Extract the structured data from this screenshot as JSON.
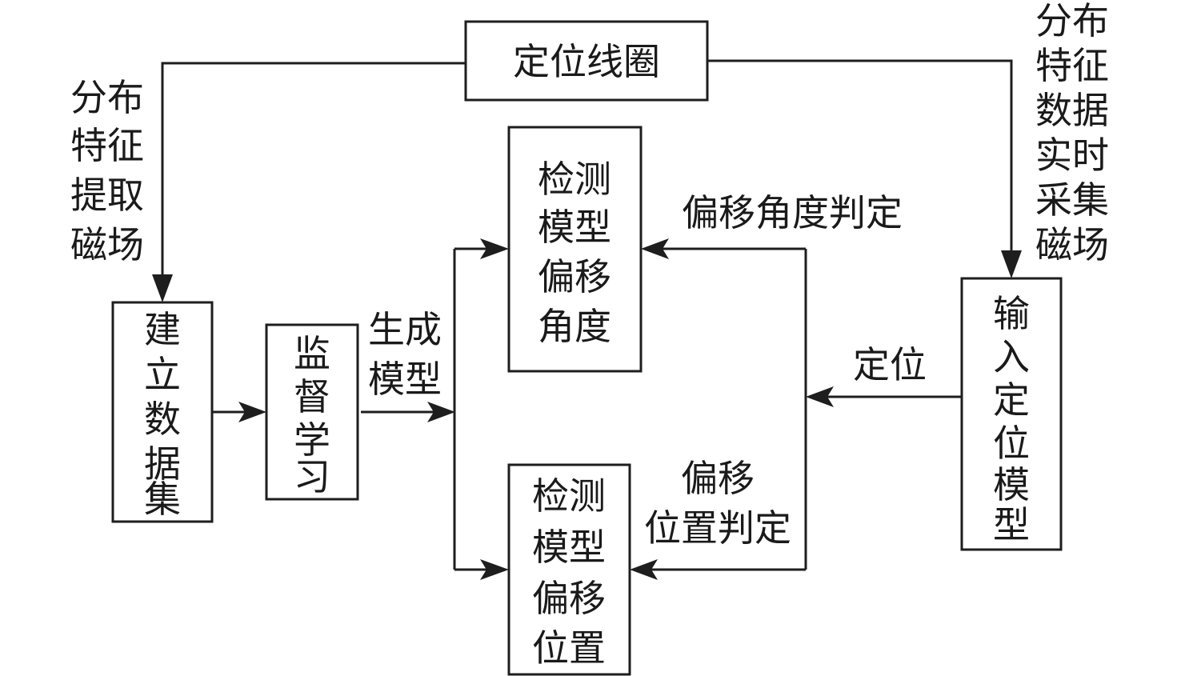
{
  "nodes": {
    "positioning_coil": "定位线圈",
    "build_dataset": [
      "建",
      "立",
      "数",
      "据",
      "集"
    ],
    "supervised_learning": [
      "监",
      "督",
      "学",
      "习"
    ],
    "angle_model": [
      "检测",
      "模型",
      "偏移",
      "角度"
    ],
    "position_model": [
      "检测",
      "模型",
      "偏移",
      "位置"
    ],
    "input_positioning_model": [
      "输",
      "入",
      "定",
      "位",
      "模",
      "型"
    ]
  },
  "labels": {
    "left_extract": [
      "分布",
      "特征",
      "提取",
      "磁场"
    ],
    "right_collect": [
      "分布",
      "特征",
      "数据",
      "实时",
      "采集",
      "磁场"
    ],
    "generate_model": [
      "生成",
      "模型"
    ],
    "angle_judge": "偏移角度判定",
    "positioning": "定位",
    "position_judge": [
      "偏移",
      "位置判定"
    ]
  },
  "colors": {
    "stroke": "#1e1e1e",
    "text": "#1a1a1a",
    "background": "#ffffff"
  }
}
